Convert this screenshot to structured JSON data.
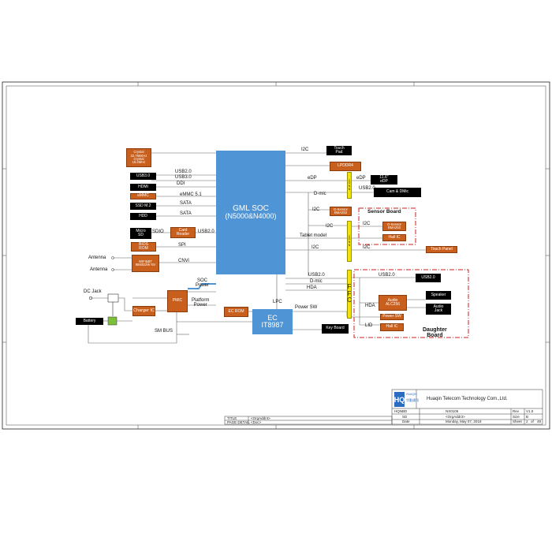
{
  "soc": {
    "line1": "GML  SOC",
    "line2": "(N5000&N4000)"
  },
  "ec": {
    "line1": "EC",
    "line2": "IT8987"
  },
  "left": {
    "crystal": "Crystal\n32.768KHz\nCrystal\n19.2MHz",
    "usb30": "USB3.0",
    "hdmi": "HDMI",
    "emmc": "eMMC",
    "ssd": "SSD  M.2",
    "hdd": "HDD",
    "microsd": "Micro\nSD",
    "card_reader": "Card\nReader",
    "bios_rom": "BIOS\nROM",
    "wifi": "WIFI&BT\n9560D2W NV",
    "antenna1": "Antenna",
    "antenna2": "Antenna",
    "dc_jack": "DC Jack",
    "battery": "Battery",
    "charger": "Charger IC",
    "pmic": "PMIC",
    "ec_rom": "EC ROM"
  },
  "bus": {
    "usb20": "USB2.0",
    "usb30": "USB3.0",
    "ddi": "DDI",
    "emmc51": "eMMC 5.1",
    "sata1": "SATA",
    "sata2": "SATA",
    "sdio": "SDIO",
    "usb20_card": "USB2.0",
    "spi": "SPI",
    "cnvi": "CNVi",
    "soc_power": "SOC\nPower",
    "platform_power": "Platform\nPower",
    "lpc": "LPC",
    "sm_bus": "SM BUS",
    "power_sw": "Power SW",
    "i2c_touchpad": "I2C",
    "edp": "eDP",
    "dmic": "D-mic",
    "usb20_cam": "USB2.0",
    "i2c_gsensor": "I2C",
    "i2c_tablet": "I2C",
    "tablet_model": "Tablet model",
    "i2c_touchpanel": "I2C",
    "usb20_db": "USB2.0",
    "dmic_db": "D-mic",
    "hda": "HDA",
    "edp_r": "eDP",
    "usb20_r": "USB2.0",
    "i2c_sb": "I2C",
    "i2c_tp2": "I2C",
    "hda_db": "HDA",
    "lid": "LID",
    "usb20_db2": "USB2.0"
  },
  "right": {
    "touchpad": "Touch\nPad",
    "lpddr4": "LPDDR4",
    "edp_panel": "11.6\"\neDP",
    "cam": "Cam & DMic",
    "gsensor1": "G-Sensor\nBMA253",
    "gsensor2": "G-Sensor\nBMA253",
    "hall1": "Hall IC",
    "touch_panel": "Touch Panel",
    "usb20_box": "USB2.0",
    "audio": "Audio\nALC256",
    "speaker": "Speaker",
    "audio_jack": "Audio\nJack",
    "power_sw_box": "Power SW",
    "hall2": "Hall IC",
    "key_board": "Key Board",
    "sensor_board": "Sensor Board",
    "daughter_board": "Daughter\nBoard",
    "conn1": "C\nO\nN\nN",
    "conn2": "C\nO\nN\nN",
    "ffc": "F\nF\nC"
  },
  "title_block": {
    "company": "Huaqin Telecom Technology Com.,Ltd.",
    "logo_text": "HUAQIN",
    "logo_cn": "华勤通讯",
    "project_label": "HQNBD",
    "project": "NX0106",
    "rev_label": "Rev",
    "rev": "V1.0",
    "sd": "SD",
    "sd_val": "<OrgAddr3>",
    "size_label": "Size",
    "size": "B",
    "date_label": "Date",
    "date": "Monday, May 07, 2018",
    "sheet_label": "Sheet",
    "sheet": "2",
    "of": "of",
    "total": "49",
    "title_label": "TITLE",
    "title_val": "<OrgAddr4>",
    "page_detail_label": "PAGE DETAIL",
    "page_detail_val": "<Doc>"
  },
  "colors": {
    "soc": "#4f95d6",
    "orange": "#c85f1c",
    "black": "#000000",
    "yellow": "#f2e600",
    "red_dash": "#cc1f1f"
  }
}
